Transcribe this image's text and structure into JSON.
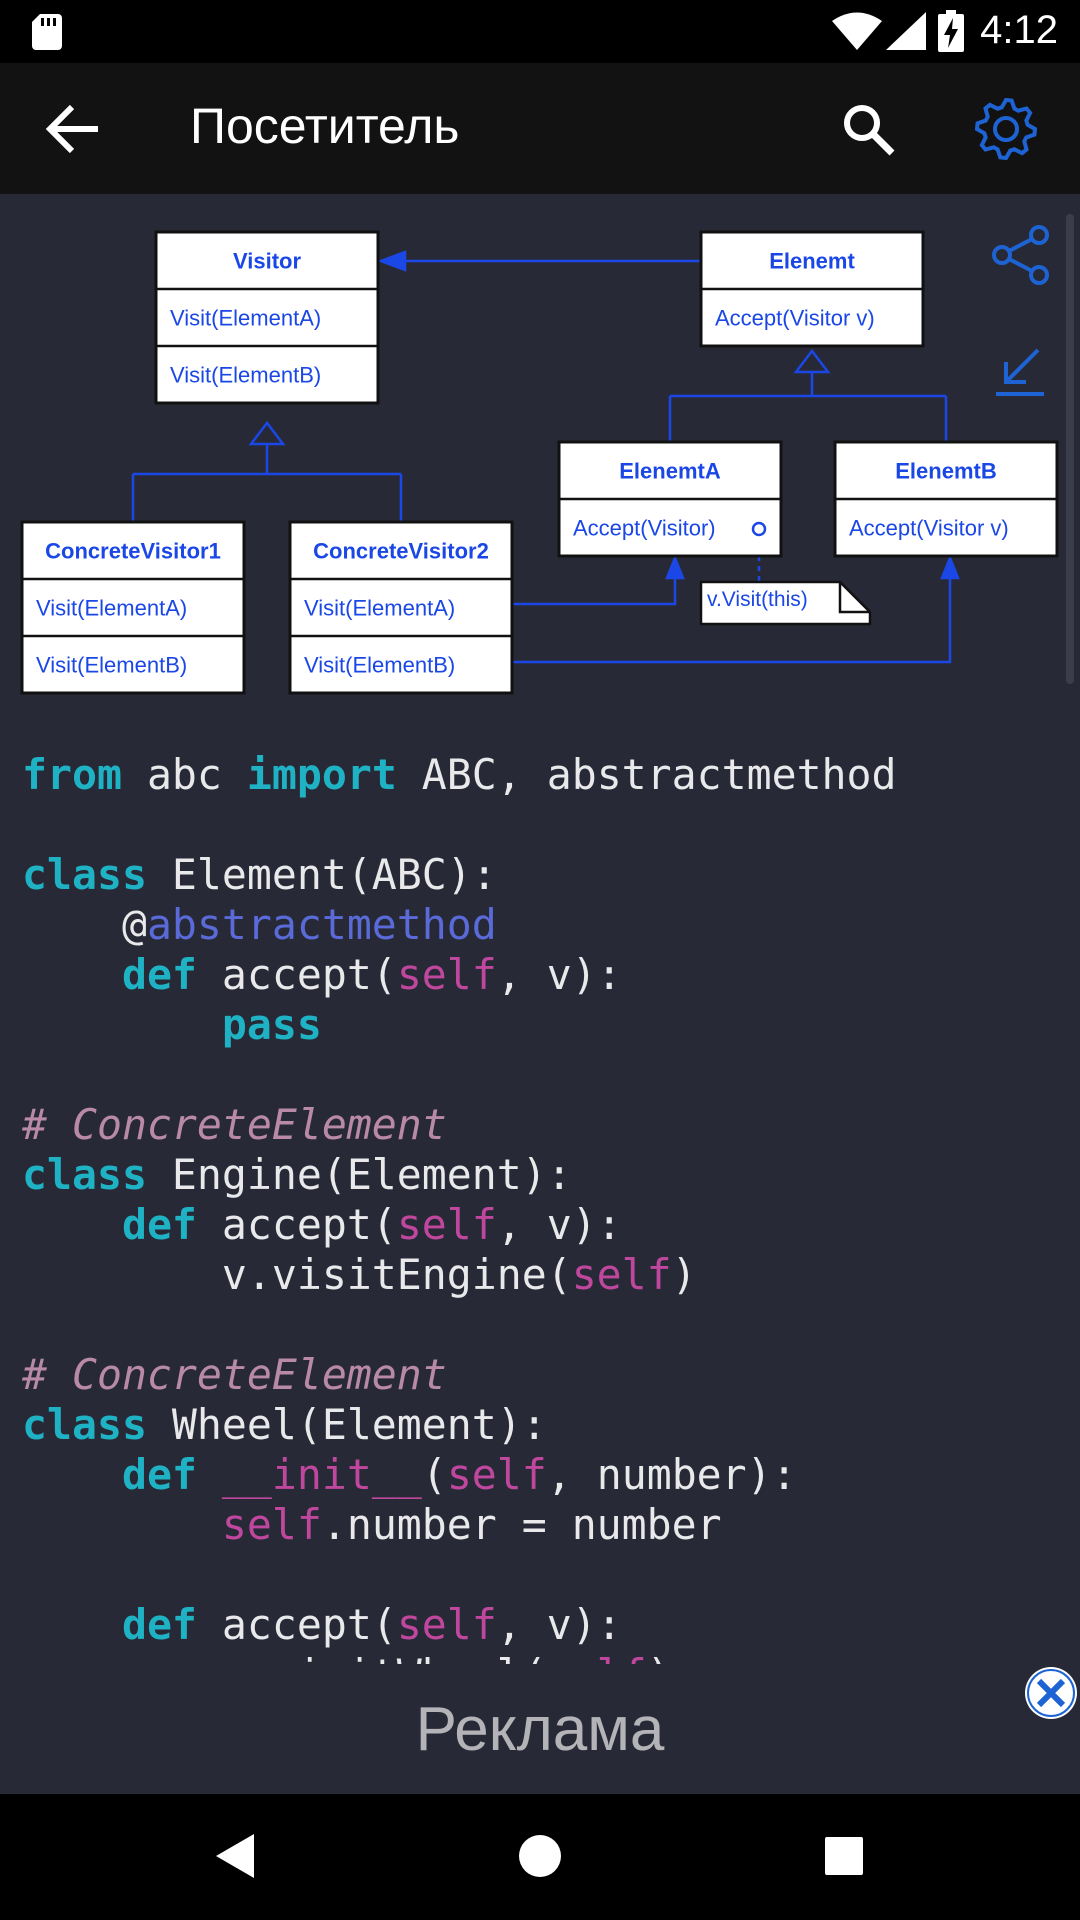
{
  "status_bar": {
    "time": "4:12",
    "icons": [
      "sd-card-icon",
      "wifi-icon",
      "cell-signal-icon",
      "battery-charging-icon"
    ]
  },
  "app_bar": {
    "title": "Посетитель",
    "icons": [
      "back-arrow-icon",
      "search-icon",
      "gear-icon"
    ],
    "accent_color": "#1e63d3"
  },
  "diagram": {
    "accent_color": "#1a47e6",
    "side_icons": [
      "share-icon",
      "collapse-icon"
    ],
    "boxes": [
      {
        "key": "visitor",
        "title": "Visitor",
        "rows": [
          "Visit(ElementA)",
          "Visit(ElementB)"
        ]
      },
      {
        "key": "element",
        "title": "Elenemt",
        "rows": [
          "Accept(Visitor v)"
        ]
      },
      {
        "key": "element_a",
        "title": "ElenemtA",
        "rows": [
          "Accept(Visitor)"
        ]
      },
      {
        "key": "element_b",
        "title": "ElenemtB",
        "rows": [
          "Accept(Visitor v)"
        ]
      },
      {
        "key": "cv1",
        "title": "ConcreteVisitor1",
        "rows": [
          "Visit(ElementA)",
          "Visit(ElementB)"
        ]
      },
      {
        "key": "cv2",
        "title": "ConcreteVisitor2",
        "rows": [
          "Visit(ElementA)",
          "Visit(ElementB)"
        ]
      }
    ],
    "note": "v.Visit(this)"
  },
  "code": {
    "lines": [
      [
        {
          "t": "from",
          "c": "kw"
        },
        {
          "t": " abc "
        },
        {
          "t": "import",
          "c": "kw"
        },
        {
          "t": " ABC, abstractmethod"
        }
      ],
      [],
      [
        {
          "t": "class",
          "c": "kw"
        },
        {
          "t": " Element(ABC):"
        }
      ],
      [
        {
          "t": "    @"
        },
        {
          "t": "abstractmethod",
          "c": "deco"
        }
      ],
      [
        {
          "t": "    "
        },
        {
          "t": "def",
          "c": "kw"
        },
        {
          "t": " accept("
        },
        {
          "t": "self",
          "c": "self"
        },
        {
          "t": ", v):"
        }
      ],
      [
        {
          "t": "        "
        },
        {
          "t": "pass",
          "c": "kw"
        }
      ],
      [],
      [
        {
          "t": "# ConcreteElement",
          "c": "cm"
        }
      ],
      [
        {
          "t": "class",
          "c": "kw"
        },
        {
          "t": " Engine(Element):"
        }
      ],
      [
        {
          "t": "    "
        },
        {
          "t": "def",
          "c": "kw"
        },
        {
          "t": " accept("
        },
        {
          "t": "self",
          "c": "self"
        },
        {
          "t": ", v):"
        }
      ],
      [
        {
          "t": "        v.visitEngine("
        },
        {
          "t": "self",
          "c": "self"
        },
        {
          "t": ")"
        }
      ],
      [],
      [
        {
          "t": "# ConcreteElement",
          "c": "cm"
        }
      ],
      [
        {
          "t": "class",
          "c": "kw"
        },
        {
          "t": " Wheel(Element):"
        }
      ],
      [
        {
          "t": "    "
        },
        {
          "t": "def",
          "c": "kw"
        },
        {
          "t": " "
        },
        {
          "t": "__init__",
          "c": "self"
        },
        {
          "t": "("
        },
        {
          "t": "self",
          "c": "self"
        },
        {
          "t": ", number):"
        }
      ],
      [
        {
          "t": "        "
        },
        {
          "t": "self",
          "c": "self"
        },
        {
          "t": ".number = number"
        }
      ],
      [],
      [
        {
          "t": "    "
        },
        {
          "t": "def",
          "c": "kw"
        },
        {
          "t": " accept("
        },
        {
          "t": "self",
          "c": "self"
        },
        {
          "t": ", v):"
        }
      ],
      [
        {
          "t": "        v.visitWheel("
        },
        {
          "t": "self",
          "c": "self"
        },
        {
          "t": ")"
        }
      ]
    ]
  },
  "ad": {
    "label": "Реклама",
    "icons": [
      "close-icon"
    ]
  },
  "nav_bar": {
    "icons": [
      "nav-back-icon",
      "nav-home-icon",
      "nav-recents-icon"
    ]
  }
}
